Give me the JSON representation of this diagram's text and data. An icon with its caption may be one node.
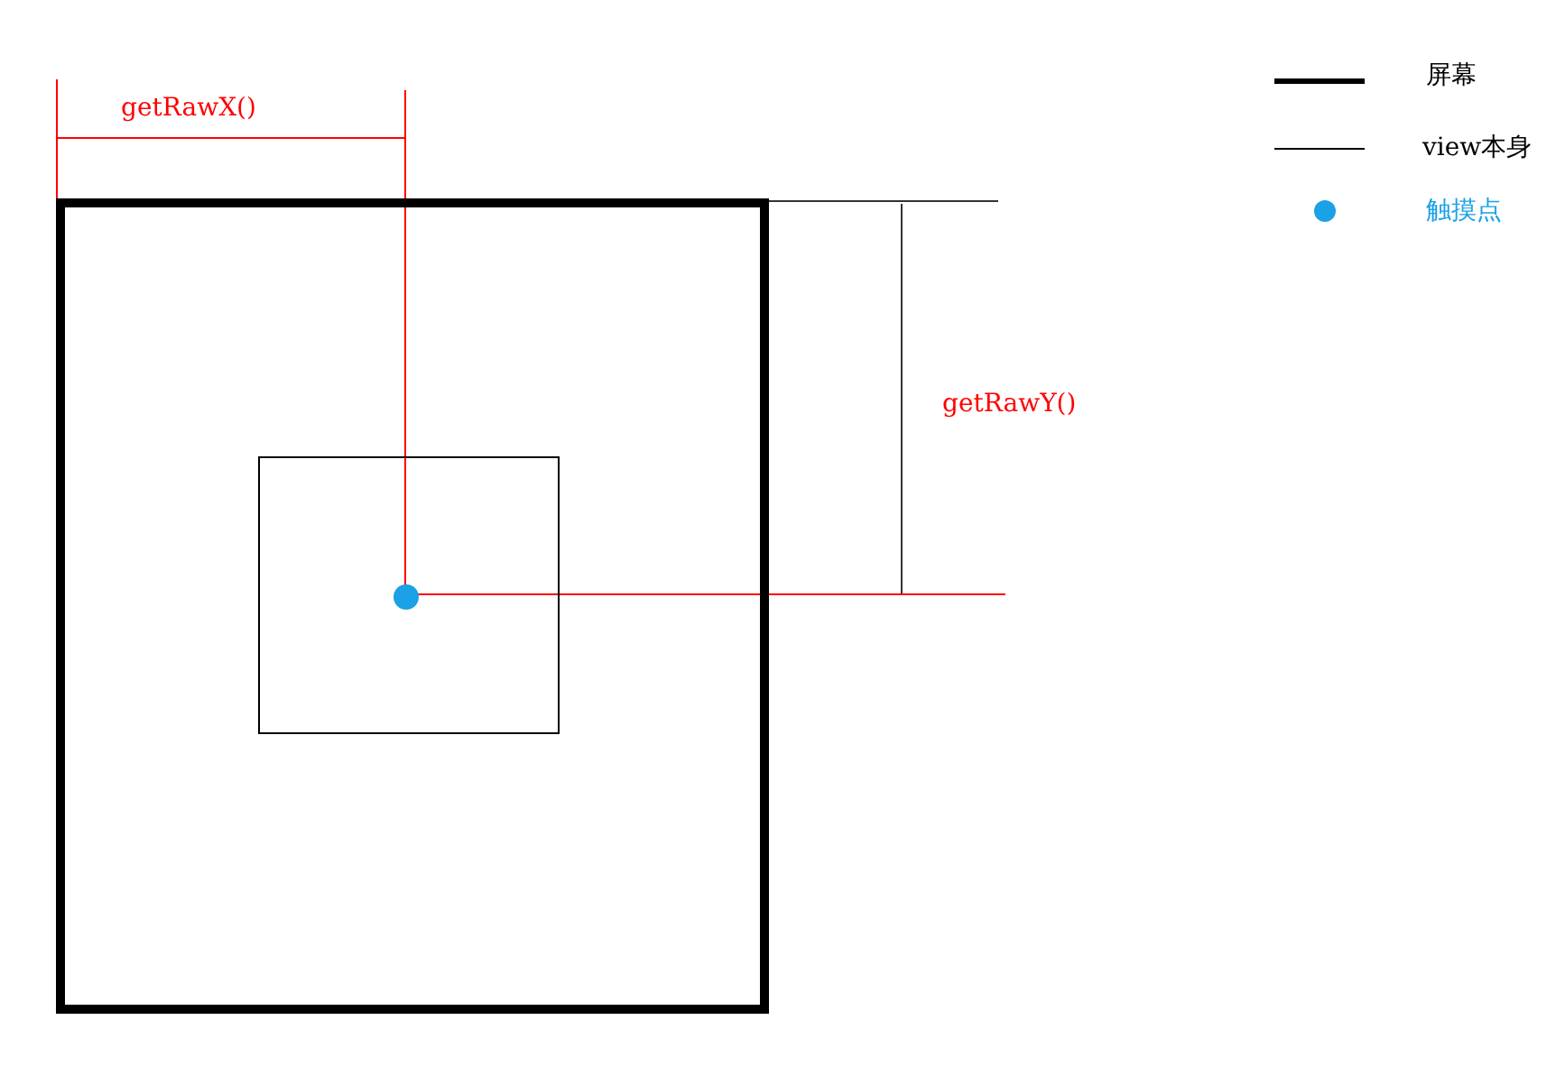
{
  "diagram": {
    "nodes": [
      {
        "text": [],
        "shape": "box"
      },
      {
        "text": [],
        "shape": "box",
        "in": 0
      },
      {
        "text": [],
        "shape": "circle",
        "in": 1
      }
    ],
    "edges": [],
    "labels": [
      "getRawX()",
      "getRawY()"
    ],
    "legend": [
      {
        "text": "屏幕"
      },
      {
        "text": "view本身"
      },
      {
        "text": "触摸点"
      }
    ]
  }
}
